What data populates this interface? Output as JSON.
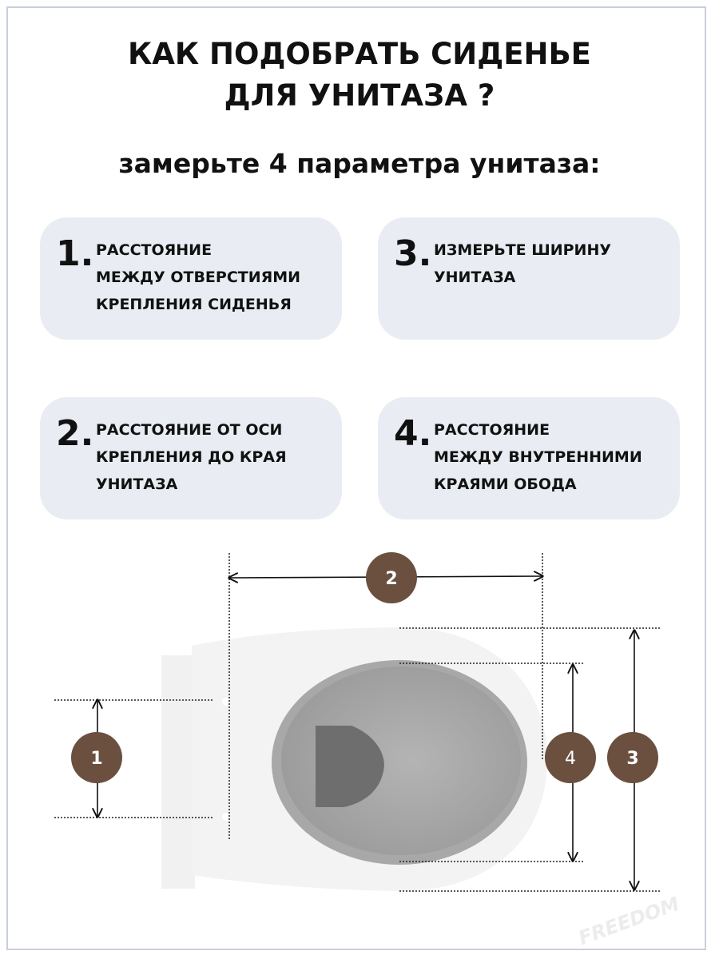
{
  "title": "КАК ПОДОБРАТЬ СИДЕНЬЕ\nДЛЯ УНИТАЗА ?",
  "title_line1": "КАК ПОДОБРАТЬ СИДЕНЬЕ",
  "title_line2": "ДЛЯ УНИТАЗА ?",
  "subtitle": "замерьте 4 параметра унитаза:",
  "cards": [
    {
      "number": "1.",
      "text": "РАССТОЯНИЕ\nМЕЖДУ ОТВЕРСТИЯМИ\nКРЕПЛЕНИЯ СИДЕНЬЯ"
    },
    {
      "number": "3.",
      "text": "ИЗМЕРЬТЕ ШИРИНУ\nУНИТАЗА"
    },
    {
      "number": "2.",
      "text": "РАССТОЯНИЕ ОТ ОСИ\nКРЕПЛЕНИЯ ДО КРАЯ\nУНИТАЗА"
    },
    {
      "number": "4.",
      "text": "РАССТОЯНИЕ\nМЕЖДУ ВНУТРЕННИМИ\nКРАЯМИ ОБОДА"
    }
  ],
  "diagram": {
    "badges": [
      "1",
      "2",
      "3",
      "4"
    ],
    "badge_color": "#6b4f3f",
    "watermark": "FREEDOM"
  }
}
